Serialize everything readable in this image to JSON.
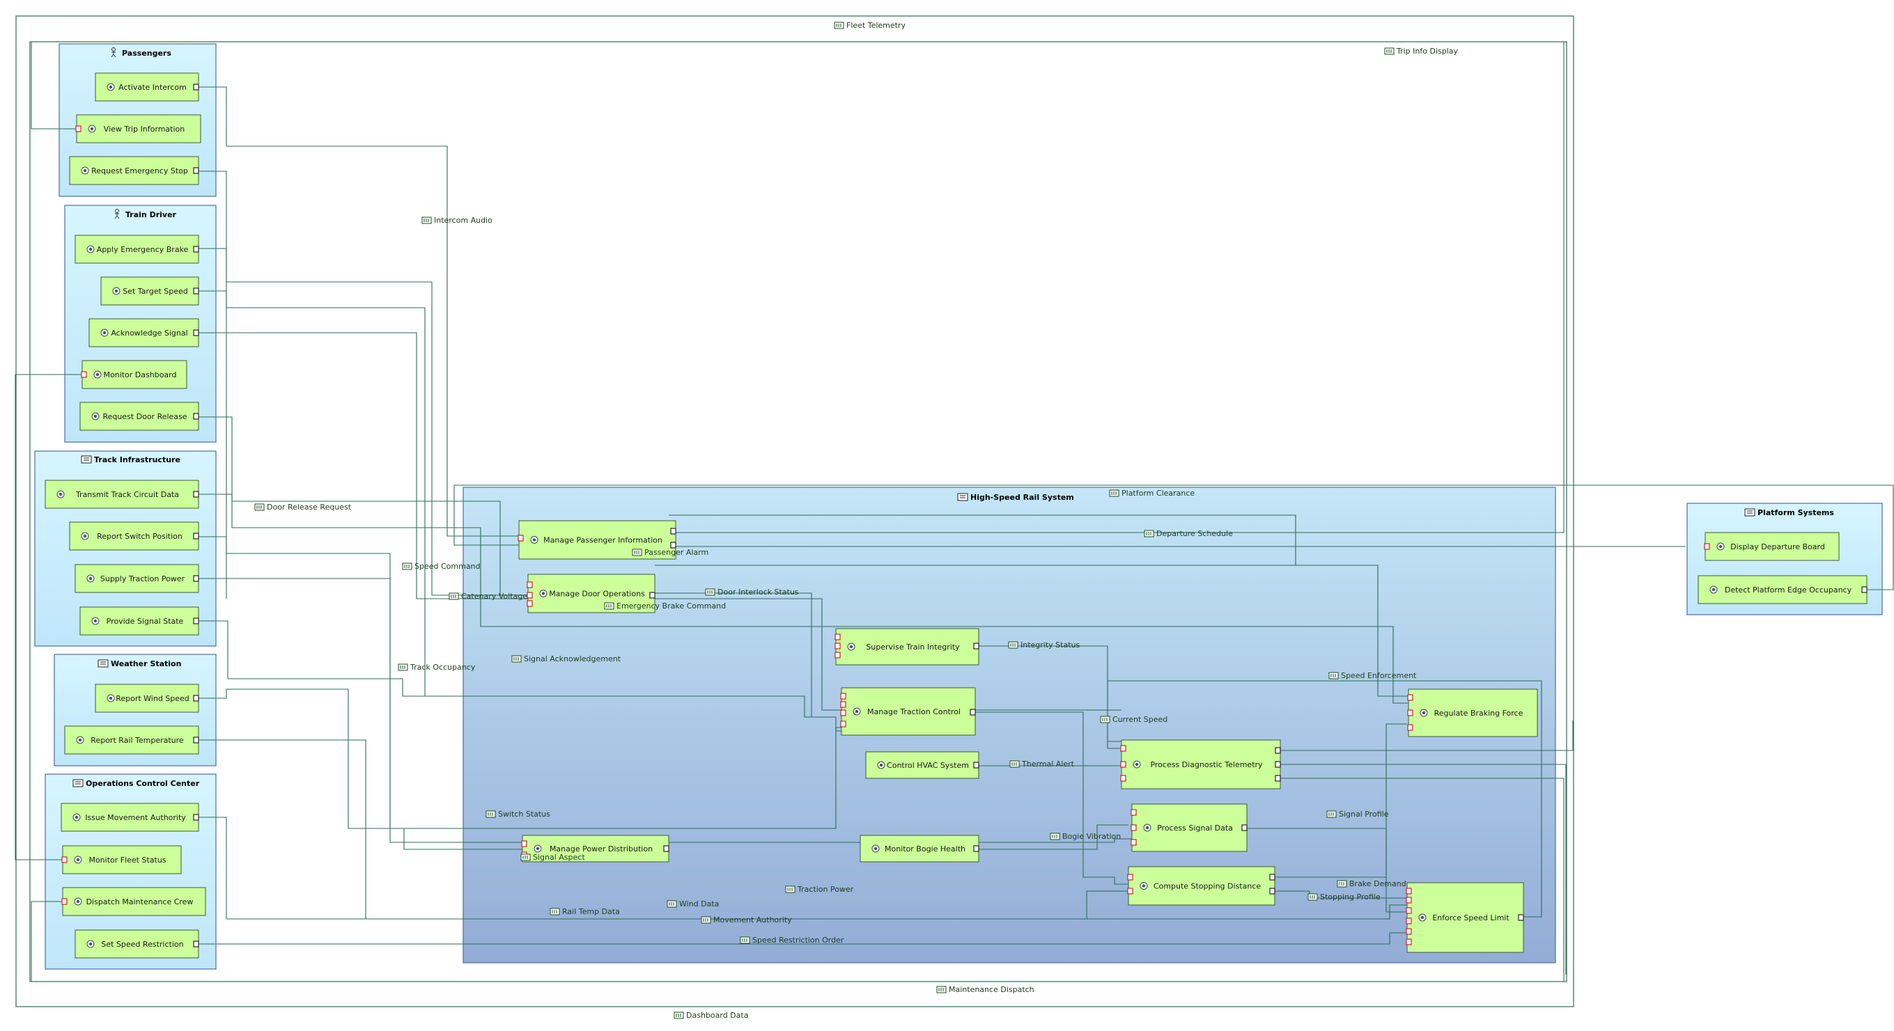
{
  "flows": {
    "fleet_telemetry": "Fleet Telemetry",
    "trip_info_display": "Trip Info Display",
    "intercom_audio": "Intercom Audio",
    "door_release_request": "Door Release Request",
    "speed_command": "Speed Command",
    "catenary_voltage": "Catenary Voltage",
    "track_occupancy": "Track Occupancy",
    "signal_acknowledgement": "Signal Acknowledgement",
    "switch_status": "Switch Status",
    "signal_aspect": "Signal Aspect",
    "rail_temp_data": "Rail Temp Data",
    "wind_data": "Wind Data",
    "movement_authority": "Movement Authority",
    "traction_power": "Traction Power",
    "speed_restriction_order": "Speed Restriction Order",
    "maintenance_dispatch": "Maintenance Dispatch",
    "dashboard_data": "Dashboard Data",
    "platform_clearance": "Platform Clearance",
    "departure_schedule": "Departure Schedule",
    "passenger_alarm": "Passenger Alarm",
    "door_interlock_status": "Door Interlock Status",
    "emergency_brake_command": "Emergency Brake Command",
    "integrity_status": "Integrity Status",
    "speed_enforcement": "Speed Enforcement",
    "current_speed": "Current Speed",
    "thermal_alert": "Thermal Alert",
    "signal_profile": "Signal Profile",
    "bogie_vibration": "Bogie Vibration",
    "brake_demand": "Brake Demand",
    "stopping_profile": "Stopping Profile"
  },
  "actors": {
    "passengers": {
      "title": "Passengers",
      "functions": [
        "Activate Intercom",
        "View Trip Information",
        "Request Emergency Stop"
      ]
    },
    "train_driver": {
      "title": "Train Driver",
      "functions": [
        "Apply Emergency Brake",
        "Set Target Speed",
        "Acknowledge Signal",
        "Monitor Dashboard",
        "Request Door Release"
      ]
    },
    "track_infrastructure": {
      "title": "Track Infrastructure",
      "functions": [
        "Transmit Track Circuit Data",
        "Report Switch Position",
        "Supply Traction Power",
        "Provide Signal State"
      ]
    },
    "weather_station": {
      "title": "Weather Station",
      "functions": [
        "Report Wind Speed",
        "Report Rail Temperature"
      ]
    },
    "operations_control_center": {
      "title": "Operations Control Center",
      "functions": [
        "Issue Movement Authority",
        "Monitor Fleet Status",
        "Dispatch Maintenance Crew",
        "Set Speed Restriction"
      ]
    },
    "platform_systems": {
      "title": "Platform Systems",
      "functions": [
        "Display Departure Board",
        "Detect Platform Edge Occupancy"
      ]
    }
  },
  "system": {
    "title": "High-Speed Rail System",
    "functions": {
      "manage_passenger_information": "Manage Passenger Information",
      "manage_door_operations": "Manage Door Operations",
      "supervise_train_integrity": "Supervise Train Integrity",
      "manage_traction_control": "Manage Traction Control",
      "control_hvac_system": "Control HVAC System",
      "process_diagnostic_telemetry": "Process Diagnostic Telemetry",
      "regulate_braking_force": "Regulate Braking Force",
      "process_signal_data": "Process Signal Data",
      "manage_power_distribution": "Manage Power Distribution",
      "monitor_bogie_health": "Monitor Bogie Health",
      "compute_stopping_distance": "Compute Stopping Distance",
      "enforce_speed_limit": "Enforce Speed Limit"
    }
  },
  "colors": {
    "wire": "#2e6b55",
    "function_fill": "#ccff99",
    "actor_fill_top": "#d6f5ff",
    "system_fill_top": "#c4e6f7",
    "system_fill_bottom": "#93acd6",
    "port_in": "#cc2222"
  },
  "icons": {
    "human_actor": "stick-figure-icon",
    "system_actor": "system-block-icon",
    "function": "function-gear-icon",
    "flow": "exchange-item-icon"
  }
}
